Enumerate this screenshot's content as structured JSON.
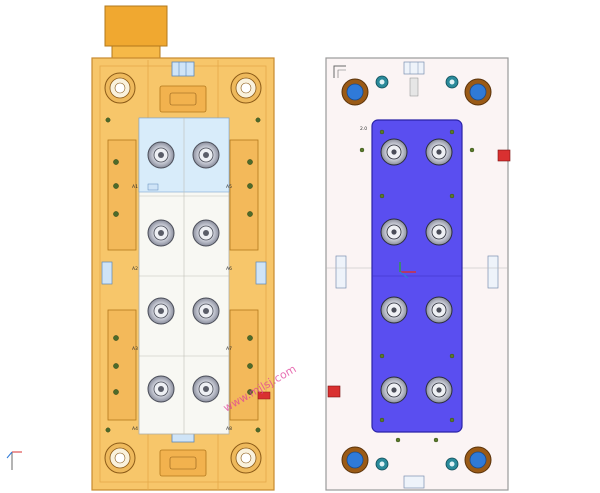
{
  "colors": {
    "background": "#ffffff",
    "moving_plate": "#f7c66a",
    "moving_plate_edge": "#c88a2e",
    "handle": "#f0a830",
    "fixed_plate": "#fbf4f4",
    "fixed_plate_edge": "#9a9a9a",
    "cavity_insert": "#5a4ef0",
    "cavity_insert_edge": "#2b23a8",
    "accent_blue": "#2f7ad8",
    "accent_brown": "#9a5a16",
    "accent_red": "#d93030",
    "watermark": "#e0409a"
  },
  "moving_half": {
    "insert_labels": [
      "A1",
      "A2",
      "A3",
      "A4",
      "A5",
      "A6",
      "A7",
      "A8"
    ]
  },
  "fixed_half": {
    "corner_label": "2.0"
  },
  "watermark": {
    "text": "www.mjlsj.com"
  },
  "icons": [
    "coordinate-triad-icon"
  ]
}
